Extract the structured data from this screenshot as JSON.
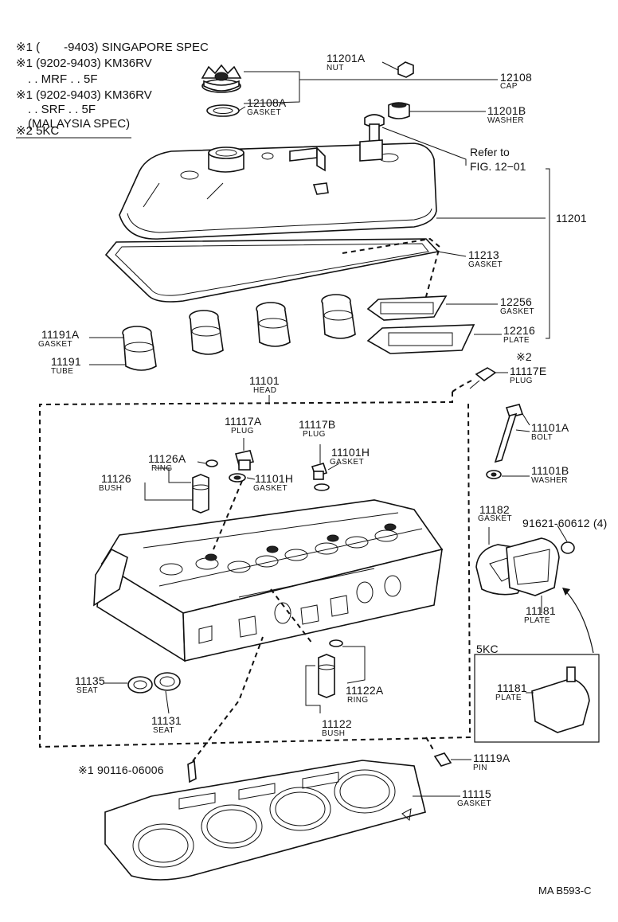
{
  "notes": [
    "※1 (　　-9403) SINGAPORE SPEC",
    "※1 (9202-9403) KM36RV",
    "　. . MRF . . 5F",
    "※1 (9202-9403) KM36RV",
    "　. . SRF . . 5F",
    "　(MALAYSIA SPEC)",
    "※2 5KC"
  ],
  "parts": {
    "p11201A": {
      "number": "11201A",
      "name": "NUT"
    },
    "p12108": {
      "number": "12108",
      "name": "CAP"
    },
    "p12108A": {
      "number": "12108A",
      "name": "GASKET"
    },
    "p11201B": {
      "number": "11201B",
      "name": "WASHER"
    },
    "refer": {
      "line1": "Refer to",
      "line2": "FIG. 12−01"
    },
    "p11201": {
      "number": "11201"
    },
    "p11213": {
      "number": "11213",
      "name": "GASKET"
    },
    "p12256": {
      "number": "12256",
      "name": "GASKET"
    },
    "p12216": {
      "number": "12216",
      "name": "PLATE"
    },
    "p11191A": {
      "number": "11191A",
      "name": "GASKET"
    },
    "p11191": {
      "number": "11191",
      "name": "TUBE"
    },
    "p11117E": {
      "marker": "※2",
      "number": "11117E",
      "name": "PLUG"
    },
    "p11101": {
      "number": "11101",
      "name": "HEAD"
    },
    "p11117A": {
      "number": "11117A",
      "name": "PLUG"
    },
    "p11117B": {
      "number": "11117B",
      "name": "PLUG"
    },
    "p11126A": {
      "number": "11126A",
      "name": "RING"
    },
    "p11126": {
      "number": "11126",
      "name": "BUSH"
    },
    "p11101H_a": {
      "number": "11101H",
      "name": "GASKET"
    },
    "p11101H_b": {
      "number": "11101H",
      "name": "GASKET"
    },
    "p11101A": {
      "number": "11101A",
      "name": "BOLT"
    },
    "p11101B": {
      "number": "11101B",
      "name": "WASHER"
    },
    "p11182": {
      "number": "11182",
      "name": "GASKET"
    },
    "p91621": {
      "number": "91621-60612 (4)"
    },
    "p11181": {
      "number": "11181",
      "name": "PLATE"
    },
    "inset": {
      "title": "5KC",
      "number": "11181",
      "name": "PLATE"
    },
    "p11135": {
      "number": "11135",
      "name": "SEAT"
    },
    "p11131": {
      "number": "11131",
      "name": "SEAT"
    },
    "p11122A": {
      "number": "11122A",
      "name": "RING"
    },
    "p11122": {
      "number": "11122",
      "name": "BUSH"
    },
    "p11119A": {
      "number": "11119A",
      "name": "PIN"
    },
    "p90116": {
      "number": "※1 90116-06006"
    },
    "p11115": {
      "number": "11115",
      "name": "GASKET"
    }
  },
  "footer": {
    "code": "MA B593-C"
  }
}
